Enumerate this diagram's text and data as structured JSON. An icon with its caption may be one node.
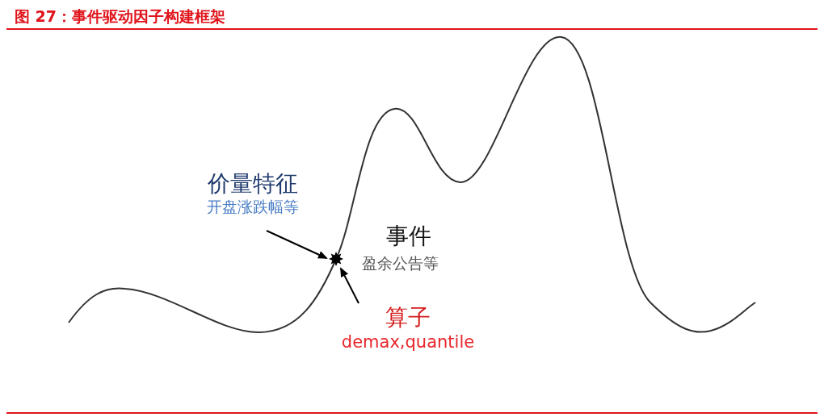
{
  "diagram": {
    "title": "图 27：事件驱动因子构建框架",
    "nodes": [
      {
        "text": [
          "价量特征",
          "开盘涨跌幅等"
        ]
      },
      {
        "text": [],
        "shape": "star"
      },
      {
        "text": [
          "算子",
          "demax,quantile"
        ]
      }
    ],
    "edges": [
      {
        "from": 0,
        "to": 1,
        "arrow": "to"
      },
      {
        "from": 2,
        "to": 1,
        "arrow": "to"
      }
    ],
    "labels": [
      "事件",
      "盈余公告等"
    ]
  }
}
